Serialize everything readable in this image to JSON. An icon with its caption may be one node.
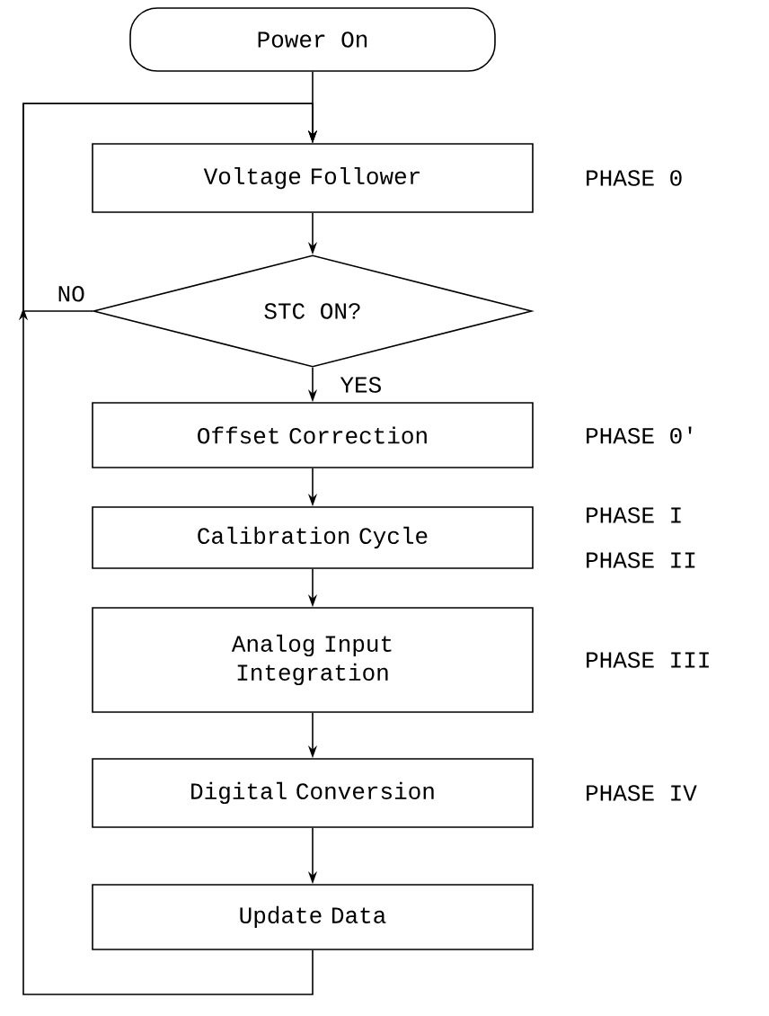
{
  "diagram": {
    "nodes": [
      {
        "text": [
          "Power On"
        ]
      },
      {
        "text": [
          "Voltage Follower"
        ],
        "beside": [
          "PHASE 0"
        ]
      },
      {
        "text": [
          "STC ON?"
        ]
      },
      {
        "text": [
          "Offset Correction"
        ],
        "beside": [
          "PHASE 0'"
        ]
      },
      {
        "text": [
          "Calibration Cycle"
        ],
        "beside": [
          "PHASE I",
          "PHASE II"
        ]
      },
      {
        "text": [
          "Analog Input Integration"
        ],
        "beside": [
          "PHASE III"
        ]
      },
      {
        "text": [
          "Digital Conversion"
        ],
        "beside": [
          "PHASE IV"
        ]
      },
      {
        "text": [
          "Update Data"
        ]
      }
    ],
    "edges": [
      {
        "from": 0,
        "to": 1,
        "arrow": "to"
      },
      {
        "from": 1,
        "to": 2,
        "arrow": "to"
      },
      {
        "from": 2,
        "to": 3,
        "arrow": "to",
        "label": "YES"
      },
      {
        "from": 2,
        "to": 1,
        "arrow": "to",
        "label": "NO"
      },
      {
        "from": 3,
        "to": 4,
        "arrow": "to"
      },
      {
        "from": 4,
        "to": 5,
        "arrow": "to"
      },
      {
        "from": 5,
        "to": 6,
        "arrow": "to"
      },
      {
        "from": 6,
        "to": 7,
        "arrow": "to"
      },
      {
        "from": 7,
        "to": 1,
        "arrow": "to"
      }
    ]
  }
}
